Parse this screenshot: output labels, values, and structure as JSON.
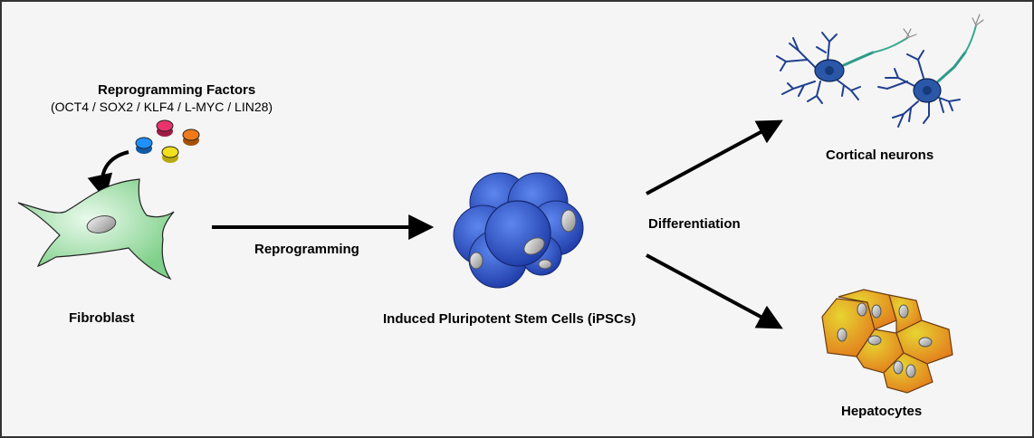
{
  "labels": {
    "factors_title": "Reprogramming Factors",
    "factors_list": "(OCT4 / SOX2 / KLF4 / L-MYC / LIN28)",
    "fibroblast": "Fibroblast",
    "reprogramming": "Reprogramming",
    "ipsc": "Induced Pluripotent Stem Cells (iPSCs)",
    "differentiation": "Differentiation",
    "neurons": "Cortical neurons",
    "hepatocytes": "Hepatocytes"
  },
  "colors": {
    "background": "#f5f5f5",
    "factor_blue": "#1e90ff",
    "factor_pink": "#e8336d",
    "factor_orange": "#f07a1a",
    "factor_yellow": "#f2e01c",
    "fibroblast_green": "#9fe0a6",
    "ipsc_blue": "#2f56c8",
    "neuron_blue": "#1f3f8f",
    "neuron_teal": "#2f9a8a",
    "hepatocyte_orange": "#e58a1f",
    "hepatocyte_yellow": "#d9c22a"
  }
}
